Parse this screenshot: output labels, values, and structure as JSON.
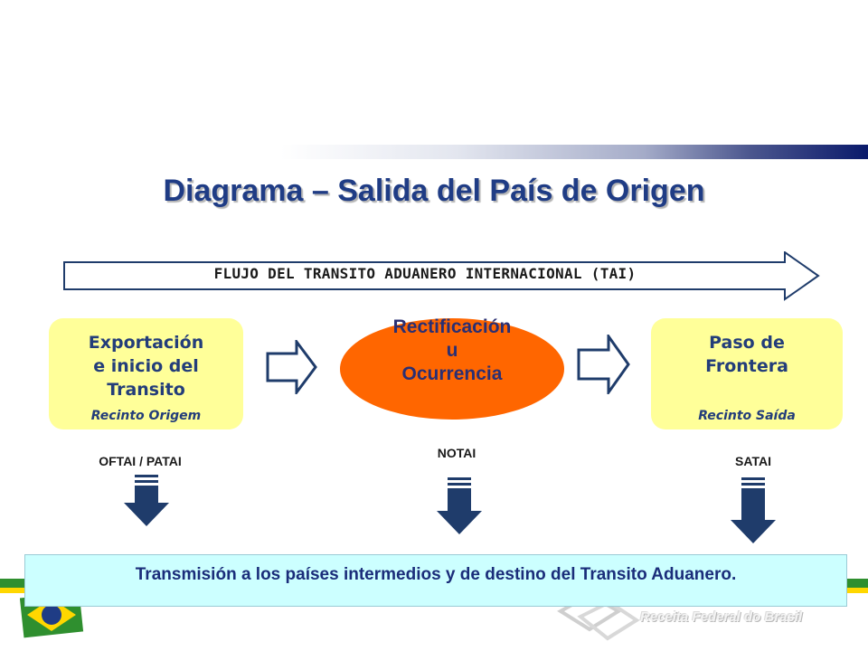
{
  "title": "Diagrama – Salida del País de Origen",
  "flow_banner": "FLUJO DEL TRANSITO ADUANERO INTERNACIONAL (TAI)",
  "stages": {
    "left": {
      "title": "Exportación\ne inicio del\nTransito",
      "subtitle": "Recinto Origem"
    },
    "middle": {
      "title": "Rectificación\nu\nOcurrencia"
    },
    "right": {
      "title": "Paso de\nFrontera",
      "subtitle": "Recinto Saída"
    }
  },
  "message_codes": {
    "left": "OFTAI / PATAI",
    "middle": "NOTAI",
    "right": "SATAI"
  },
  "footer": "Transmisión a los países intermedios y de destino del Transito Aduanero.",
  "logo_text": "Receita Federal do Brasil",
  "colors": {
    "title": "#1f3c85",
    "box_fill": "#ffff99",
    "ellipse_fill": "#ff6600",
    "arrow_fill": "#1f3c6b",
    "footer_fill": "#ccffff"
  }
}
